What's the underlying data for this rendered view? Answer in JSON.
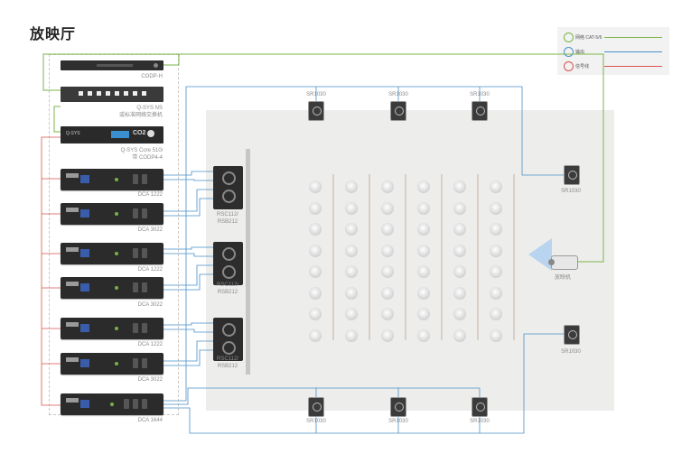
{
  "title": "放映厅",
  "legend": {
    "items": [
      {
        "icon": "network-icon",
        "label": "网络 CAT-5/6",
        "color": "#7ab648"
      },
      {
        "icon": "output-icon",
        "label": "输出",
        "color": "#4a90c8"
      },
      {
        "icon": "signal-icon",
        "label": "信号线",
        "color": "#d9534f"
      }
    ]
  },
  "rack": {
    "devices": [
      {
        "label": "CODP-H"
      },
      {
        "label": "Q-SYS NS\n或标准网络交换机"
      },
      {
        "label": "Q-SYS Core 510i\n带 CODP4-4"
      },
      {
        "label": "DCA 1222"
      },
      {
        "label": "DCA 3022"
      },
      {
        "label": "DCA 1222"
      },
      {
        "label": "DCA 3022"
      },
      {
        "label": "DCA 1222"
      },
      {
        "label": "DCA 3022"
      },
      {
        "label": "DCA 1644"
      }
    ],
    "core_badge": "Q-SYS",
    "core_io": "CO2"
  },
  "screen_speakers": [
    {
      "label": "RSC112/\nRSB212"
    },
    {
      "label": "RSC112/\nRSB212"
    },
    {
      "label": "RSC112/\nRSB212"
    }
  ],
  "surround": {
    "top": [
      "SR1030",
      "SR1030",
      "SR1030"
    ],
    "bottom": [
      "SR1030",
      "SR1030",
      "SR1030"
    ],
    "right": [
      "SR1030",
      "SR1030"
    ]
  },
  "projector_label": "放映机",
  "seating": {
    "columns": 6,
    "rows": 8
  }
}
